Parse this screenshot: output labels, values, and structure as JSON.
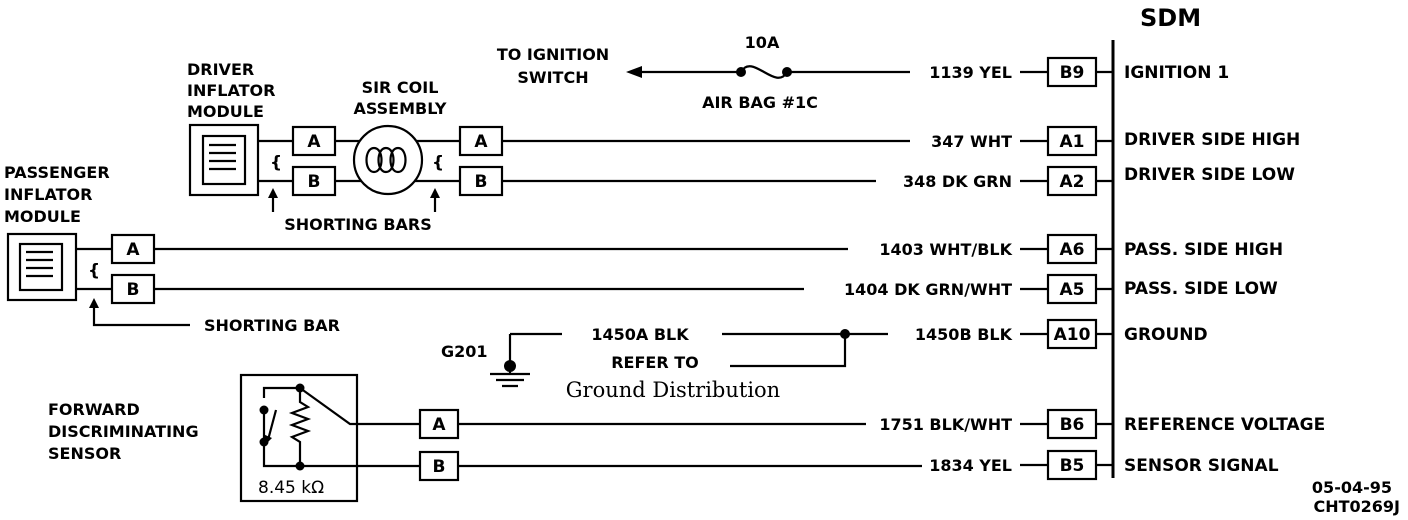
{
  "sdm": {
    "title": "SDM",
    "pins": [
      {
        "pin": "B9",
        "function": "IGNITION 1",
        "wire": "1139 YEL"
      },
      {
        "pin": "A1",
        "function": "DRIVER SIDE HIGH",
        "wire": "347 WHT"
      },
      {
        "pin": "A2",
        "function": "DRIVER SIDE LOW",
        "wire": "348 DK GRN"
      },
      {
        "pin": "A6",
        "function": "PASS. SIDE HIGH",
        "wire": "1403 WHT/BLK"
      },
      {
        "pin": "A5",
        "function": "PASS. SIDE LOW",
        "wire": "1404 DK GRN/WHT"
      },
      {
        "pin": "A10",
        "function": "GROUND",
        "wire": "1450B BLK"
      },
      {
        "pin": "B6",
        "function": "REFERENCE VOLTAGE",
        "wire": "1751 BLK/WHT"
      },
      {
        "pin": "B5",
        "function": "SENSOR SIGNAL",
        "wire": "1834 YEL"
      }
    ]
  },
  "ignition": {
    "to_label_1": "TO IGNITION",
    "to_label_2": "SWITCH",
    "fuse_rating": "10A",
    "fuse_name": "AIR BAG #1C"
  },
  "driver_module": {
    "line1": "DRIVER",
    "line2": "INFLATOR",
    "line3": "MODULE"
  },
  "sir_coil": {
    "line1": "SIR COIL",
    "line2": "ASSEMBLY"
  },
  "passenger_module": {
    "line1": "PASSENGER",
    "line2": "INFLATOR",
    "line3": "MODULE"
  },
  "connector": {
    "a": "A",
    "b": "B"
  },
  "shorting_bars_label": "SHORTING BARS",
  "shorting_bar_label": "SHORTING BAR",
  "ground": {
    "point": "G201",
    "wire_a": "1450A BLK",
    "refer_to": "REFER TO",
    "ground_distribution": "Ground Distribution"
  },
  "sensor": {
    "line1": "FORWARD",
    "line2": "DISCRIMINATING",
    "line3": "SENSOR",
    "resistance": "8.45 kΩ"
  },
  "footer": {
    "date": "05-04-95",
    "code": "CHT0269J"
  }
}
